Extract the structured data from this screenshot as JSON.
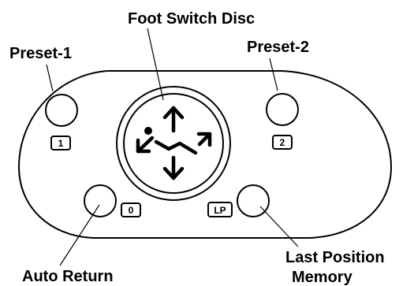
{
  "callouts": {
    "foot_switch_disc": "Foot Switch Disc",
    "preset_1": "Preset-1",
    "preset_2": "Preset-2",
    "auto_return": "Auto Return",
    "last_position_line1": "Last Position",
    "last_position_line2": "Memory"
  },
  "badges": {
    "preset_1": "1",
    "preset_2": "2",
    "auto_return": "0",
    "last_position": "LP"
  },
  "icons": {
    "disc_glyph": "reclining-chair-with-direction-arrows-icon"
  },
  "colors": {
    "ink": "#000000",
    "background": "#ffffff"
  }
}
